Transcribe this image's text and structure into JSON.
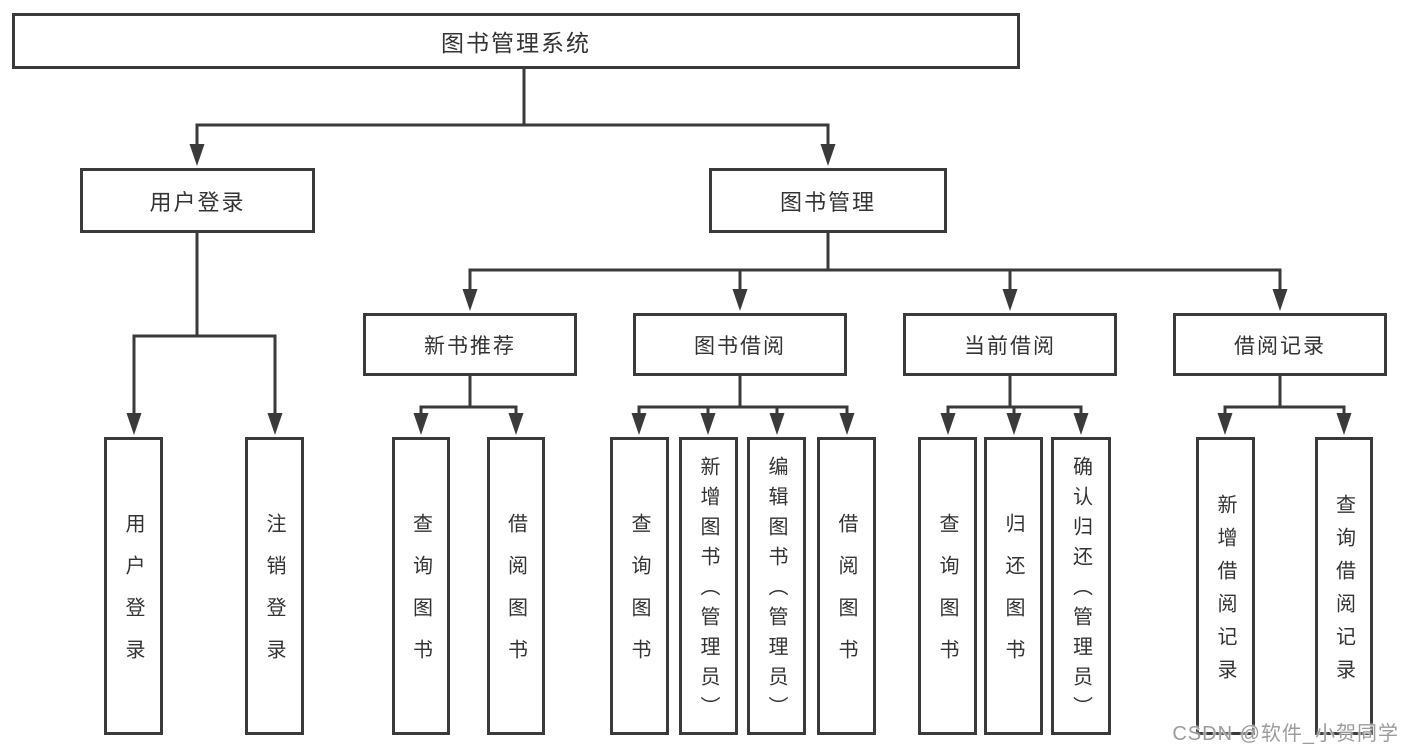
{
  "tree": {
    "root": {
      "label": "图书管理系统"
    },
    "branches": [
      {
        "label": "用户登录",
        "children": [
          {
            "label": "用户登录"
          },
          {
            "label": "注销登录"
          }
        ]
      },
      {
        "label": "图书管理",
        "sections": [
          {
            "label": "新书推荐",
            "children": [
              {
                "label": "查询图书"
              },
              {
                "label": "借阅图书"
              }
            ]
          },
          {
            "label": "图书借阅",
            "children": [
              {
                "label": "查询图书"
              },
              {
                "label": "新增图书（管理员）"
              },
              {
                "label": "编辑图书（管理员）"
              },
              {
                "label": "借阅图书"
              }
            ]
          },
          {
            "label": "当前借阅",
            "children": [
              {
                "label": "查询图书"
              },
              {
                "label": "归还图书"
              },
              {
                "label": "确认归还（管理员）"
              }
            ]
          },
          {
            "label": "借阅记录",
            "children": [
              {
                "label": "新增借阅记录"
              },
              {
                "label": "查询借阅记录"
              }
            ]
          }
        ]
      }
    ]
  },
  "watermark": {
    "text": "CSDN @软件_小贺同学",
    "color": "#9c9c9c"
  },
  "colors": {
    "line": "#3a3a3a",
    "box_border": "#3a3a3a",
    "text": "#333333",
    "background": "#ffffff"
  }
}
